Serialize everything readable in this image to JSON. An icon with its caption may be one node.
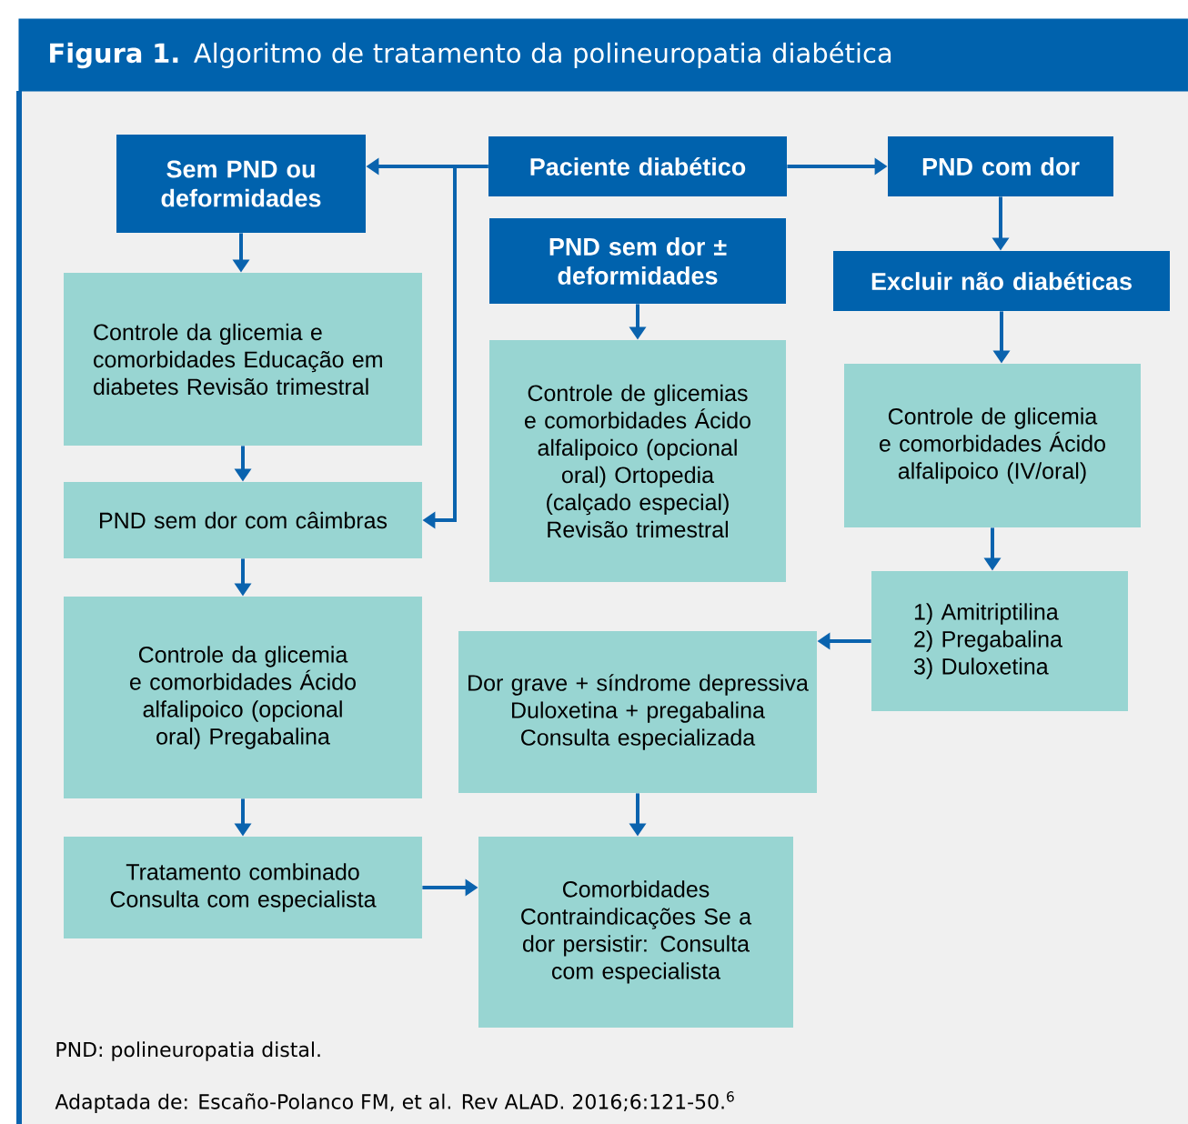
{
  "diagram": {
    "title": "**Figura 1.** Algoritmo de tratamento da polineuropatia diabética",
    "nodes": [
      {
        "text": [
          "Sem PND ou deformidades"
        ]
      },
      {
        "text": [
          "Paciente diabético"
        ]
      },
      {
        "text": [
          "PND com dor"
        ]
      },
      {
        "text": [
          "PND sem dor ± deformidades"
        ]
      },
      {
        "text": [
          "Excluir não diabéticas"
        ]
      },
      {
        "text": [
          "Controle da glicemia e comorbidades Educação em diabetes Revisão trimestral"
        ]
      },
      {
        "text": [
          "Controle de glicemias e comorbidades Ácido alfalipoico (opcional oral) Ortopedia (calçado especial) Revisão trimestral"
        ]
      },
      {
        "text": [
          "Controle de glicemia e comorbidades Ácido alfalipoico (IV/oral)"
        ]
      },
      {
        "text": [
          "PND sem dor com câimbras"
        ]
      },
      {
        "text": [
          "1) Amitriptilina 2) Pregabalina 3) Duloxetina"
        ]
      },
      {
        "text": [
          "Controle da glicemia e comorbidades Ácido alfalipoico (opcional oral) Pregabalina"
        ]
      },
      {
        "text": [
          "Dor grave + síndrome depressiva Duloxetina + pregabalina Consulta especializada"
        ]
      },
      {
        "text": [
          "Tratamento combinado Consulta com especialista"
        ]
      },
      {
        "text": [
          "Comorbidades Contraindicações Se a dor persistir: Consulta com especialista"
        ]
      }
    ],
    "edges": [
      {
        "from": 1,
        "to": 0,
        "arrow": "to"
      },
      {
        "from": 1,
        "to": 8,
        "arrow": "to"
      },
      {
        "from": 1,
        "to": 2,
        "arrow": "to"
      },
      {
        "from": 0,
        "to": 5,
        "arrow": "to"
      },
      {
        "from": 3,
        "to": 6,
        "arrow": "to"
      },
      {
        "from": 2,
        "to": 4,
        "arrow": "to"
      },
      {
        "from": 4,
        "to": 7,
        "arrow": "to"
      },
      {
        "from": 5,
        "to": 8,
        "arrow": "to"
      },
      {
        "from": 7,
        "to": 9,
        "arrow": "to"
      },
      {
        "from": 8,
        "to": 10,
        "arrow": "to"
      },
      {
        "from": 9,
        "to": 11,
        "arrow": "to"
      },
      {
        "from": 10,
        "to": 12,
        "arrow": "to"
      },
      {
        "from": 11,
        "to": 13,
        "arrow": "to"
      },
      {
        "from": 12,
        "to": 13,
        "arrow": "to"
      }
    ],
    "labels": [
      "PND: polineuropatia distal.",
      "Adaptada de: Escaño-Polanco FM, et al. Rev ALAD. 2016;6:121-50.$^{6}$"
    ]
  }
}
